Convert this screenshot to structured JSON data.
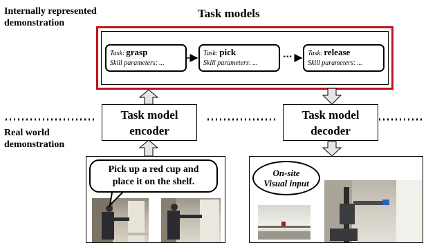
{
  "labels": {
    "internal_line1": "Internally represented",
    "internal_line2": "demonstration",
    "real_line1": "Real world",
    "real_line2": "demonstration",
    "task_models_title": "Task models"
  },
  "task_chain": {
    "task_prefix": "Task",
    "skill_params": "Skill parameters",
    "ellipsis": "...",
    "tasks": [
      {
        "name": "grasp"
      },
      {
        "name": "pick"
      },
      {
        "name": "release"
      }
    ]
  },
  "encoder": {
    "line1": "Task model",
    "line2": "encoder"
  },
  "decoder": {
    "line1": "Task model",
    "line2": "decoder"
  },
  "instruction": {
    "line1": "Pick up a red cup and",
    "line2": "place it on the shelf."
  },
  "visual_input": {
    "line1": "On-site",
    "line2": "Visual input"
  },
  "colors": {
    "highlight": "#c0141c",
    "arrow_fill": "#e6e6e6"
  },
  "icons": [
    "up-arrow-icon",
    "down-arrow-icon",
    "right-arrow-icon"
  ]
}
